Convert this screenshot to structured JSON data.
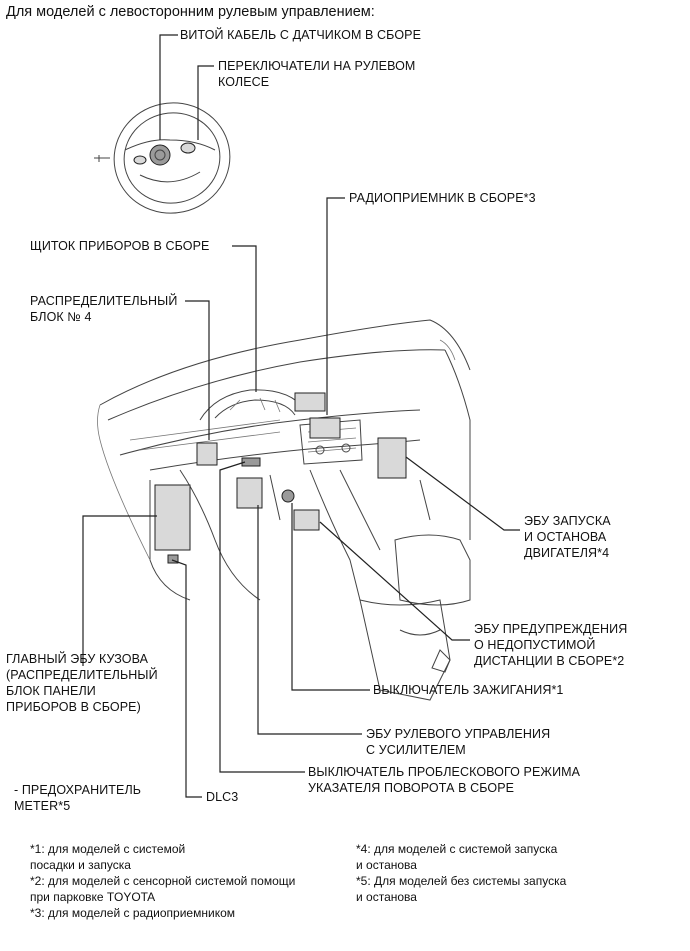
{
  "title": "Для моделей с левосторонним рулевым управлением:",
  "labels": {
    "spiral_cable": "ВИТОЙ КАБЕЛЬ С ДАТЧИКОМ В СБОРЕ",
    "steering_switches": "ПЕРЕКЛЮЧАТЕЛИ НА РУЛЕВОМ\nКОЛЕСЕ",
    "radio": "РАДИОПРИЕМНИК В СБОРЕ*3",
    "meter": "ЩИТОК ПРИБОРОВ В СБОРЕ",
    "junction_block_4": "РАСПРЕДЕЛИТЕЛЬНЫЙ\nБЛОК № 4",
    "engine_ecu": "ЭБУ ЗАПУСКА\nИ ОСТАНОВА\nДВИГАТЕЛЯ*4",
    "clearance_ecu": "ЭБУ ПРЕДУПРЕЖДЕНИЯ\nО НЕДОПУСТИМОЙ\nДИСТАНЦИИ В СБОРЕ*2",
    "main_body_ecu": "ГЛАВНЫЙ ЭБУ КУЗОВА\n(РАСПРЕДЕЛИТЕЛЬНЫЙ\nБЛОК ПАНЕЛИ\nПРИБОРОВ В СБОРЕ)",
    "ignition_switch": "ВЫКЛЮЧАТЕЛЬ ЗАЖИГАНИЯ*1",
    "eps_ecu": "ЭБУ РУЛЕВОГО УПРАВЛЕНИЯ\nС УСИЛИТЕЛЕМ",
    "hazard_switch": "ВЫКЛЮЧАТЕЛЬ ПРОБЛЕСКОВОГО РЕЖИМА\nУКАЗАТЕЛЯ ПОВОРОТА В СБОРЕ",
    "fuse_meter": "- ПРЕДОХРАНИТЕЛЬ\nMETER*5",
    "dlc3": "DLC3"
  },
  "notes": {
    "n1": "*1: для моделей с системой\nпосадки и запуска",
    "n2": "*2: для моделей с сенсорной системой помощи\nпри парковке TOYOTA",
    "n3": "*3: для моделей с радиоприемником",
    "n4": "*4: для моделей с системой запуска\nи останова",
    "n5": "*5: Для моделей без системы запуска\nи останова"
  }
}
